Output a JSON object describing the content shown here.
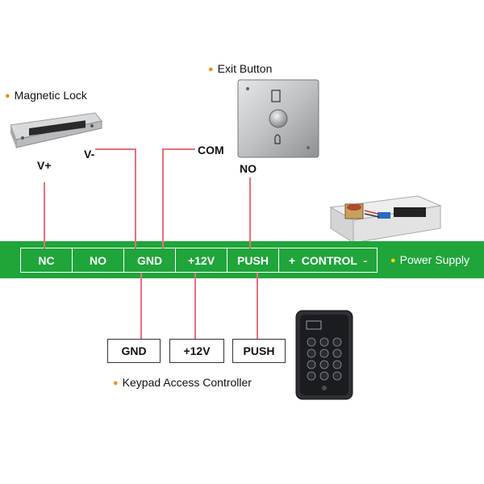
{
  "components": {
    "magnetic_lock": "Magnetic Lock",
    "exit_button": "Exit Button",
    "power_supply": "Power Supply",
    "keypad": "Keypad Access Controller"
  },
  "lock_terminals": {
    "v_plus": "V+",
    "v_minus": "V-"
  },
  "button_terminals": {
    "com": "COM",
    "no": "NO"
  },
  "strip_terminals": [
    "NC",
    "NO",
    "GND",
    "+12V",
    "PUSH",
    "+  CONTROL  -"
  ],
  "keypad_terminals": [
    "GND",
    "+12V",
    "PUSH"
  ],
  "colors": {
    "bar": "#1fa53a",
    "wire": "#e8707a",
    "bullet": "#f0901a"
  }
}
